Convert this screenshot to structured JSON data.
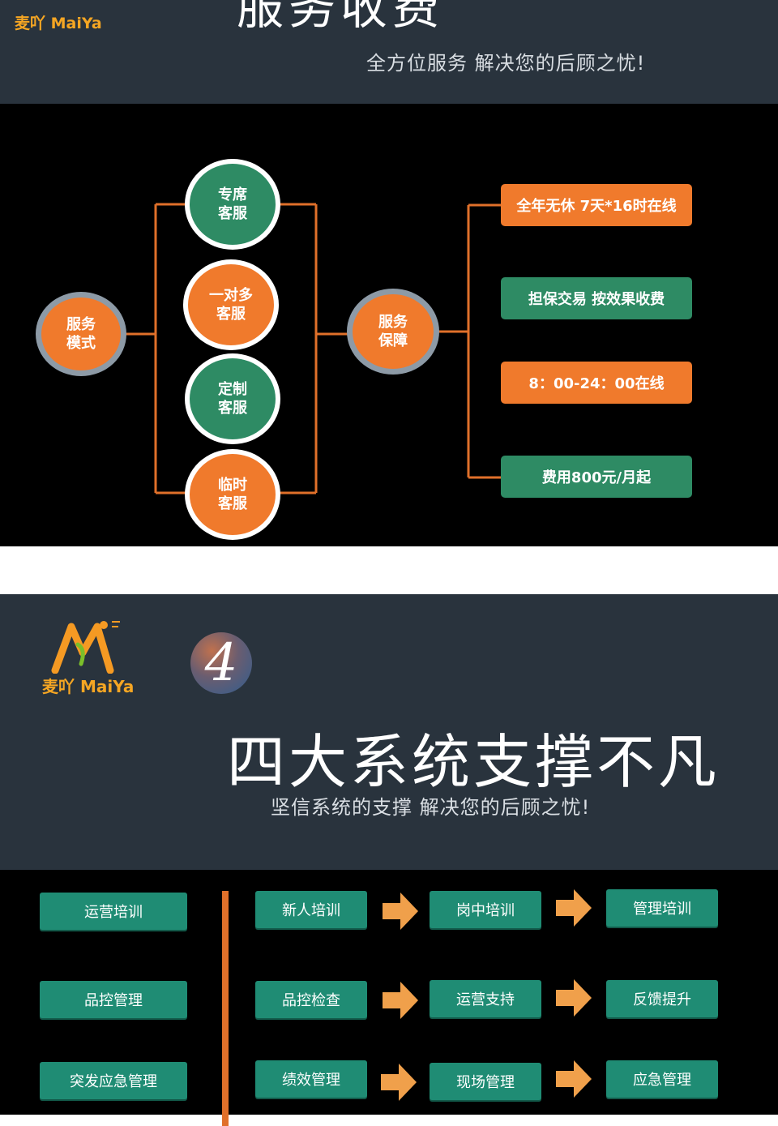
{
  "section1": {
    "logo_text": "麦吖 MaiYa",
    "title": "服务收费",
    "subtitle": "全方位服务   解决您的后顾之忧!",
    "hub_left": [
      "服务",
      "模式"
    ],
    "modes": [
      {
        "line1": "专席",
        "line2": "客服",
        "color": "green"
      },
      {
        "line1": "一对多",
        "line2": "客服",
        "color": "orange"
      },
      {
        "line1": "定制",
        "line2": "客服",
        "color": "green"
      },
      {
        "line1": "临时",
        "line2": "客服",
        "color": "orange"
      }
    ],
    "hub_right": [
      "服务",
      "保障"
    ],
    "guarantees": [
      {
        "label": "全年无休  7天*16时在线",
        "color": "orange"
      },
      {
        "label": "担保交易 按效果收费",
        "color": "green"
      },
      {
        "label": "8：00-24：00在线",
        "color": "orange"
      },
      {
        "label": "费用800元/月起",
        "color": "green"
      }
    ],
    "colors": {
      "green": "#2e8b64",
      "orange": "#f07a2c",
      "connector": "#e0702a"
    }
  },
  "section2": {
    "logo_text": "麦吖 MaiYa",
    "badge_number": "4",
    "title": "四大系统支撑不凡",
    "subtitle": "坚信系统的支撑   解决您的后顾之忧!",
    "categories": [
      "运营培训",
      "品控管理",
      "突发应急管理"
    ],
    "rows": [
      [
        "新人培训",
        "岗中培训",
        "管理培训"
      ],
      [
        "品控检查",
        "运营支持",
        "反馈提升"
      ],
      [
        "绩效管理",
        "现场管理",
        "应急管理"
      ]
    ],
    "colors": {
      "button": "#1f8c74",
      "arrow": "#f0a04b"
    }
  }
}
